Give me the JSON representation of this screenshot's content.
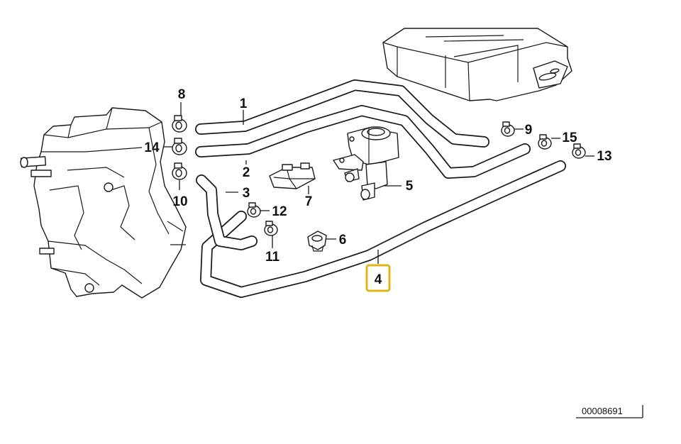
{
  "parts": [
    {
      "id": "8",
      "label": "8"
    },
    {
      "id": "14",
      "label": "14"
    },
    {
      "id": "10",
      "label": "10"
    },
    {
      "id": "1",
      "label": "1"
    },
    {
      "id": "2",
      "label": "2"
    },
    {
      "id": "3",
      "label": "3"
    },
    {
      "id": "12",
      "label": "12"
    },
    {
      "id": "11",
      "label": "11"
    },
    {
      "id": "7",
      "label": "7"
    },
    {
      "id": "6",
      "label": "6"
    },
    {
      "id": "5",
      "label": "5"
    },
    {
      "id": "4",
      "label": "4",
      "highlighted": true
    },
    {
      "id": "9",
      "label": "9"
    },
    {
      "id": "15",
      "label": "15"
    },
    {
      "id": "13",
      "label": "13"
    }
  ],
  "highlight_color": "#e0b318",
  "reference_number": "00008691"
}
